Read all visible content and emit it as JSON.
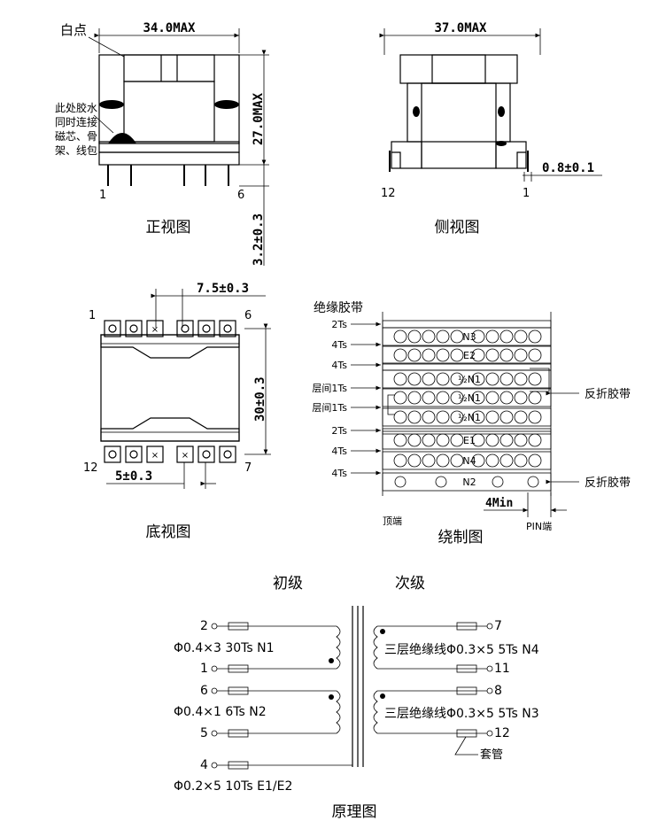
{
  "front_view": {
    "title": "正视图",
    "label_dot": "白点",
    "width_dim": "34.0MAX",
    "height_dim": "27.0MAX",
    "pin_dim": "3.2±0.3",
    "glue_note": [
      "此处胶水",
      "同时连接",
      "磁芯、骨",
      "架、线包"
    ],
    "pin_left": "1",
    "pin_right": "6"
  },
  "side_view": {
    "title": "侧视图",
    "width_dim": "37.0MAX",
    "pin_dim": "0.8±0.1",
    "pin_left": "12",
    "pin_right": "1"
  },
  "bottom_view": {
    "title": "底视图",
    "dim_top": "7.5±0.3",
    "dim_right": "30±0.3",
    "dim_bottom": "5±0.3",
    "pins": {
      "tl": "1",
      "tr": "6",
      "bl": "12",
      "br": "7"
    }
  },
  "winding_view": {
    "title": "绕制图",
    "tape_label": "绝缘胶带",
    "left_labels": [
      "2Ts",
      "4Ts",
      "4Ts",
      "层间1Ts",
      "层间1Ts",
      "2Ts",
      "4Ts",
      "4Ts"
    ],
    "rows": [
      {
        "name": "N3",
        "circles": 5
      },
      {
        "name": "E2",
        "circles": 5
      },
      {
        "name": "½N1",
        "circles": 5
      },
      {
        "name": "½N1",
        "circles": 5
      },
      {
        "name": "½N1",
        "circles": 5
      },
      {
        "name": "E1",
        "circles": 5
      },
      {
        "name": "N4",
        "circles": 5
      },
      {
        "name": "N2",
        "circles": 2
      }
    ],
    "fold_tape_1": "反折胶带",
    "fold_tape_2": "反折胶带",
    "margin_dim": "4Min",
    "top_end": "顶端",
    "pin_end": "PIN端"
  },
  "schematic": {
    "title": "原理图",
    "primary": "初级",
    "secondary": "次级",
    "windings_left": [
      {
        "pin_top": "2",
        "pin_bot": "1",
        "spec": "Φ0.4×3   30Ts   N1"
      },
      {
        "pin_top": "6",
        "pin_bot": "5",
        "spec": "Φ0.4×1   6Ts   N2"
      },
      {
        "pin_top": "4",
        "pin_bot": "",
        "spec": "Φ0.2×5   10Ts   E1/E2"
      }
    ],
    "windings_right": [
      {
        "pin_top": "7",
        "pin_bot": "11",
        "spec": "三层绝缘线Φ0.3×5   5Ts   N4"
      },
      {
        "pin_top": "8",
        "pin_bot": "12",
        "spec": "三层绝缘线Φ0.3×5   5Ts   N3"
      }
    ],
    "sleeve": "套管"
  }
}
